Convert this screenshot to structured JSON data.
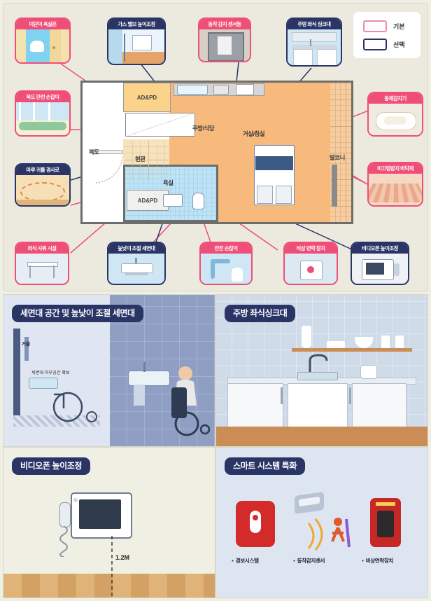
{
  "legend": {
    "items": [
      {
        "label": "기본",
        "color": "#ef8aa8",
        "type": "basic"
      },
      {
        "label": "선택",
        "color": "#2a3566",
        "type": "optional"
      }
    ]
  },
  "floorplan": {
    "rooms": [
      {
        "name": "AD&PD",
        "key": "adpd_top"
      },
      {
        "name": "복도",
        "key": "corridor"
      },
      {
        "name": "현관",
        "key": "entrance"
      },
      {
        "name": "주방/식당",
        "key": "kitchen_dining"
      },
      {
        "name": "거실/침실",
        "key": "living_bedroom"
      },
      {
        "name": "발코니",
        "key": "balcony"
      },
      {
        "name": "욕실",
        "key": "bathroom"
      },
      {
        "name": "AD&PD",
        "key": "adpd_bath"
      }
    ]
  },
  "callouts": [
    {
      "id": "sliding-bathroom-door",
      "label": "미닫이 욕실문",
      "type": "basic"
    },
    {
      "id": "gas-valve-height",
      "label": "가스 밸브 높이조정",
      "type": "optional"
    },
    {
      "id": "motion-sensor-light",
      "label": "동작 감지 센서등",
      "type": "basic"
    },
    {
      "id": "kitchen-seated-sink",
      "label": "주방 좌식 싱크대",
      "type": "optional"
    },
    {
      "id": "corridor-handrail",
      "label": "복도 안전 손잡이",
      "type": "basic"
    },
    {
      "id": "floor-sill-ramp",
      "label": "마루 귀틀 경사로",
      "type": "optional"
    },
    {
      "id": "motion-detector",
      "label": "동체감지기",
      "type": "basic"
    },
    {
      "id": "anti-slip-floor",
      "label": "미끄럼방지 바닥재",
      "type": "basic"
    },
    {
      "id": "seated-shower",
      "label": "좌식 샤워 시설",
      "type": "basic"
    },
    {
      "id": "height-adjust-basin",
      "label": "높낮이 조절 세면대",
      "type": "optional"
    },
    {
      "id": "safety-grab-bar",
      "label": "안전 손잡이",
      "type": "basic"
    },
    {
      "id": "emergency-call",
      "label": "비상 연락 장치",
      "type": "basic"
    },
    {
      "id": "videophone-height",
      "label": "비디오폰 높이조정",
      "type": "optional"
    }
  ],
  "panels": {
    "basin": {
      "title": "세면대 공간 및 높낮이 조절 세면대",
      "mirror_label": "거울",
      "clearance_label": "세면대 하부공간 확보"
    },
    "sink": {
      "title": "주방 좌식싱크대"
    },
    "videophone": {
      "title": "비디오폰 높이조정",
      "dimension": "1.2M"
    },
    "smart": {
      "title": "스마트 시스템 특화",
      "items": [
        {
          "label": "경보시스템",
          "icon": "alarm-icon"
        },
        {
          "label": "동작감지센서",
          "icon": "motion-sensor-icon"
        },
        {
          "label": "비상연락장치",
          "icon": "emergency-device-icon"
        }
      ]
    }
  }
}
